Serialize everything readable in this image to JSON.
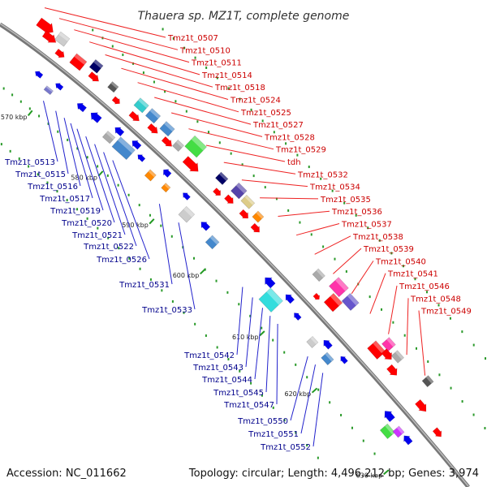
{
  "title": "Thauera sp. MZ1T, complete genome",
  "footer": {
    "accession": "Accession: NC_011662",
    "topology": "Topology: circular; Length: 4,496,212 bp; Genes: 3,974"
  },
  "colors": {
    "forward_label": "#cc0000",
    "reverse_label": "#00008b",
    "backbone": "#888888",
    "tick": "#229922"
  },
  "ticks": [
    "570 kbp",
    "580 kbp",
    "590 kbp",
    "600 kbp",
    "610 kbp",
    "620 kbp",
    "630 kbp"
  ],
  "forward_labels": [
    "Tmz1t_0507",
    "Tmz1t_0510",
    "Tmz1t_0511",
    "Tmz1t_0514",
    "Tmz1t_0518",
    "Tmz1t_0524",
    "Tmz1t_0525",
    "Tmz1t_0527",
    "Tmz1t_0528",
    "Tmz1t_0529",
    "tdh",
    "Tmz1t_0532",
    "Tmz1t_0534",
    "Tmz1t_0535",
    "Tmz1t_0536",
    "Tmz1t_0537",
    "Tmz1t_0538",
    "Tmz1t_0539",
    "Tmz1t_0540",
    "Tmz1t_0541",
    "Tmz1t_0546",
    "Tmz1t_0548",
    "Tmz1t_0549"
  ],
  "reverse_labels": [
    "Tmz1t_0513",
    "Tmz1t_0515",
    "Tmz1t_0516",
    "Tmz1t_0517",
    "Tmz1t_0519",
    "Tmz1t_0520",
    "Tmz1t_0521",
    "Tmz1t_0522",
    "Tmz1t_0526",
    "Tmz1t_0531",
    "Tmz1t_0533",
    "Tmz1t_0542",
    "Tmz1t_0543",
    "Tmz1t_0544",
    "Tmz1t_0545",
    "Tmz1t_0547",
    "Tmz1t_0550",
    "Tmz1t_0551",
    "Tmz1t_0552"
  ]
}
